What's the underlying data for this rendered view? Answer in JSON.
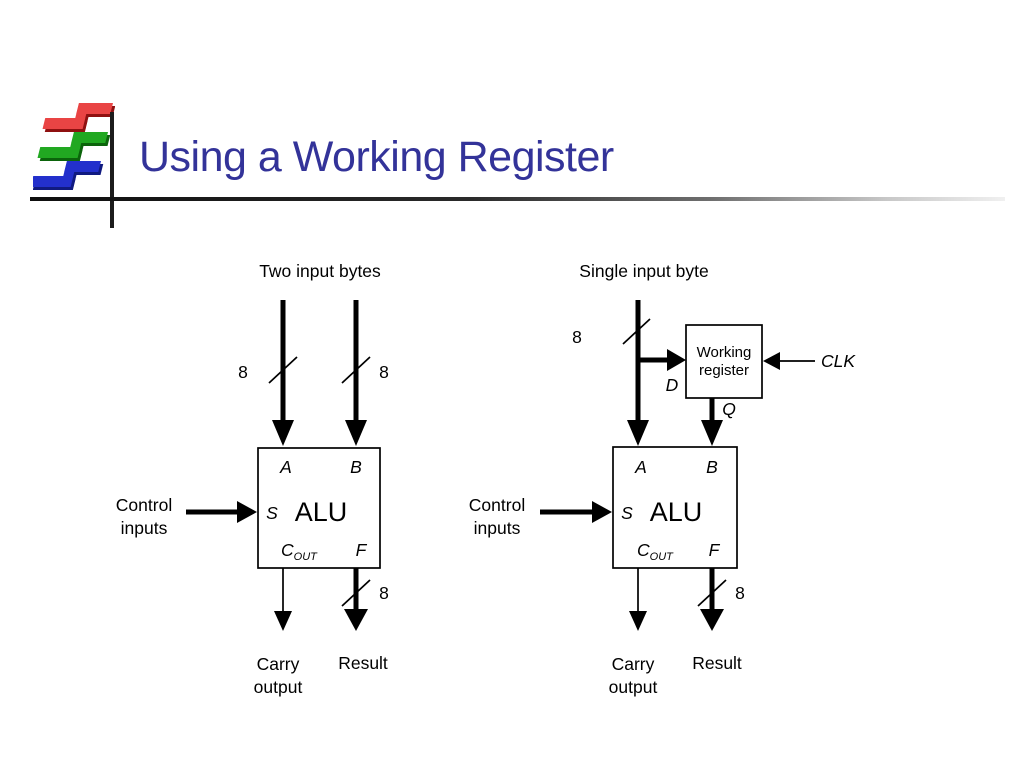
{
  "header": {
    "title": "Using a Working Register"
  },
  "colors": {
    "title": "#333399",
    "diagram_ink": "#000000",
    "logo_red": "#e94444",
    "logo_green": "#21a821",
    "logo_blue": "#2330cc"
  },
  "left": {
    "caption": "Two input bytes",
    "bus_a_width": "8",
    "bus_b_width": "8",
    "control_line1": "Control",
    "control_line2": "inputs",
    "port_a": "A",
    "port_b": "B",
    "port_s": "S",
    "alu_name": "ALU",
    "cout_base": "C",
    "cout_sub": "OUT",
    "port_f": "F",
    "result_bus_width": "8",
    "carry_line1": "Carry",
    "carry_line2": "output",
    "result_label": "Result"
  },
  "right": {
    "caption": "Single input byte",
    "bus_width": "8",
    "reg_line1": "Working",
    "reg_line2": "register",
    "port_d": "D",
    "port_q": "Q",
    "clk_label": "CLK",
    "control_line1": "Control",
    "control_line2": "inputs",
    "port_a": "A",
    "port_b": "B",
    "port_s": "S",
    "alu_name": "ALU",
    "cout_base": "C",
    "cout_sub": "OUT",
    "port_f": "F",
    "result_bus_width": "8",
    "carry_line1": "Carry",
    "carry_line2": "output",
    "result_label": "Result"
  }
}
